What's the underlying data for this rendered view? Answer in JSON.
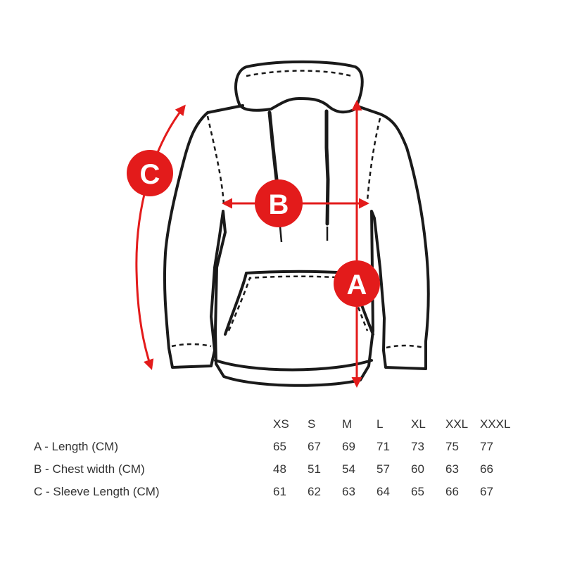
{
  "badges": {
    "a": "A",
    "b": "B",
    "c": "C"
  },
  "colors": {
    "accent": "#e31b1b",
    "outline": "#1a1a1a",
    "text": "#333333"
  },
  "size_table": {
    "sizes": [
      "XS",
      "S",
      "M",
      "L",
      "XL",
      "XXL",
      "XXXL"
    ],
    "rows": [
      {
        "label": "A - Length (CM)",
        "values": [
          "65",
          "67",
          "69",
          "71",
          "73",
          "75",
          "77"
        ]
      },
      {
        "label": "B - Chest width (CM)",
        "values": [
          "48",
          "51",
          "54",
          "57",
          "60",
          "63",
          "66"
        ]
      },
      {
        "label": "C - Sleeve Length (CM)",
        "values": [
          "61",
          "62",
          "63",
          "64",
          "65",
          "66",
          "67"
        ]
      }
    ]
  }
}
